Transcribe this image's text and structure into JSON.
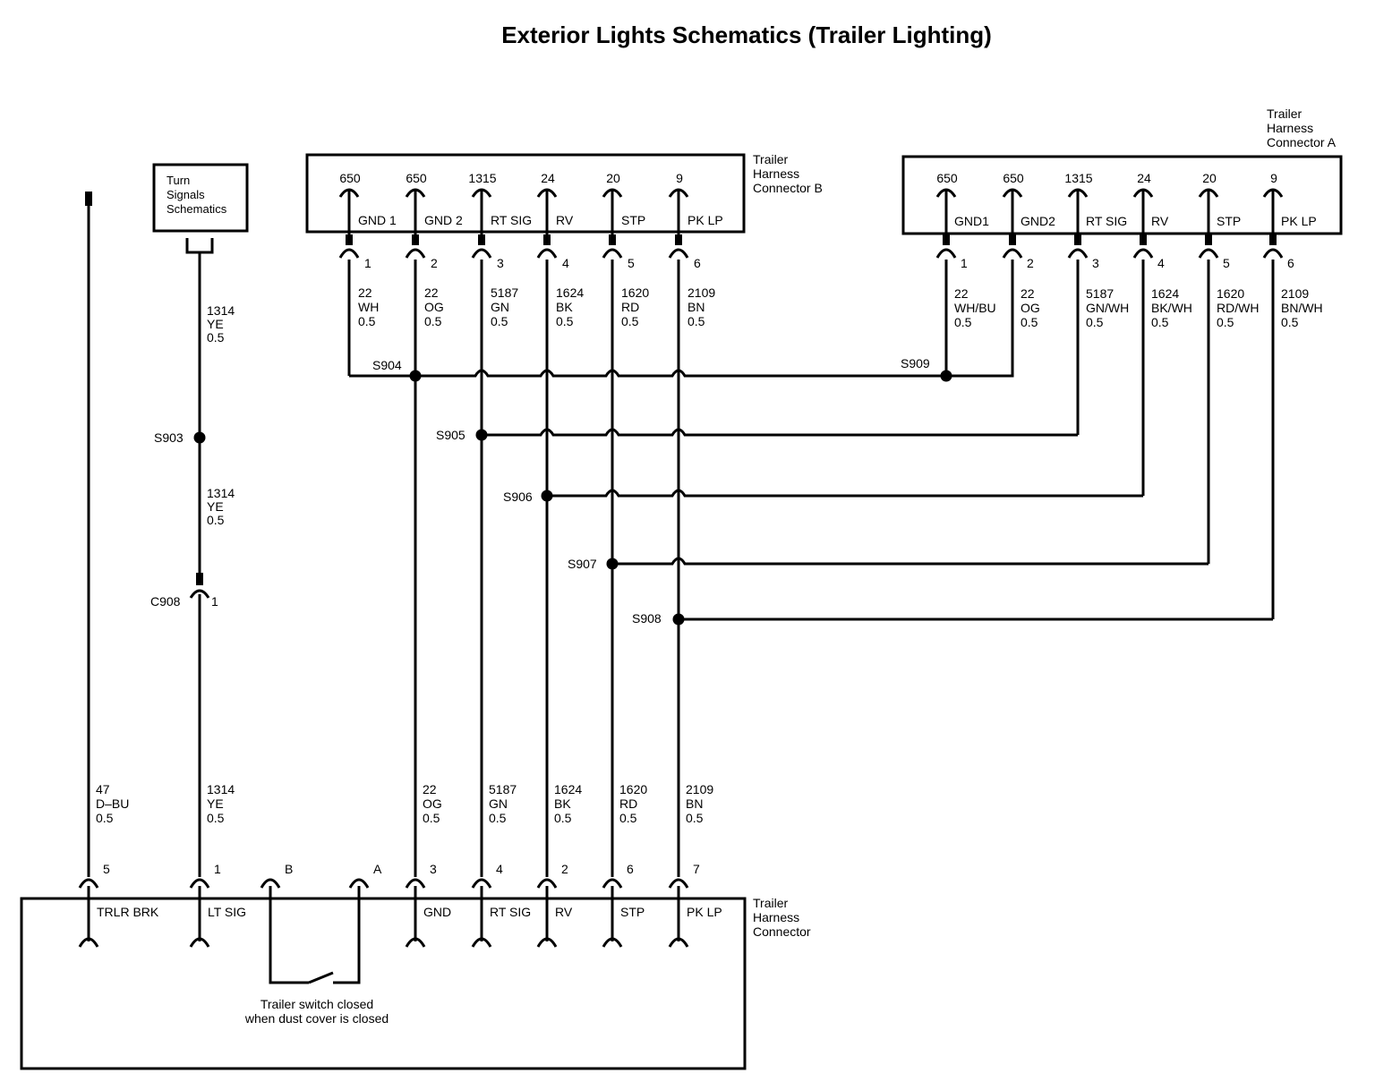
{
  "title": "Exterior Lights Schematics (Trailer Lighting)",
  "turn_signals_box": [
    "Turn",
    "Signals",
    "Schematics"
  ],
  "connector_b": {
    "label": [
      "Trailer",
      "Harness",
      "Connector B"
    ],
    "pins": [
      {
        "circuit": "650",
        "function": "GND 1",
        "pin": "1",
        "wire": [
          "22",
          "WH",
          "0.5"
        ]
      },
      {
        "circuit": "650",
        "function": "GND 2",
        "pin": "2",
        "wire": [
          "22",
          "OG",
          "0.5"
        ]
      },
      {
        "circuit": "1315",
        "function": "RT SIG",
        "pin": "3",
        "wire": [
          "5187",
          "GN",
          "0.5"
        ]
      },
      {
        "circuit": "24",
        "function": "RV",
        "pin": "4",
        "wire": [
          "1624",
          "BK",
          "0.5"
        ]
      },
      {
        "circuit": "20",
        "function": "STP",
        "pin": "5",
        "wire": [
          "1620",
          "RD",
          "0.5"
        ]
      },
      {
        "circuit": "9",
        "function": "PK LP",
        "pin": "6",
        "wire": [
          "2109",
          "BN",
          "0.5"
        ]
      }
    ]
  },
  "connector_a": {
    "label": [
      "Trailer",
      "Harness",
      "Connector A"
    ],
    "pins": [
      {
        "circuit": "650",
        "function": "GND1",
        "pin": "1",
        "wire": [
          "22",
          "WH/BU",
          "0.5"
        ]
      },
      {
        "circuit": "650",
        "function": "GND2",
        "pin": "2",
        "wire": [
          "22",
          "OG",
          "0.5"
        ]
      },
      {
        "circuit": "1315",
        "function": "RT SIG",
        "pin": "3",
        "wire": [
          "5187",
          "GN/WH",
          "0.5"
        ]
      },
      {
        "circuit": "24",
        "function": "RV",
        "pin": "4",
        "wire": [
          "1624",
          "BK/WH",
          "0.5"
        ]
      },
      {
        "circuit": "20",
        "function": "STP",
        "pin": "5",
        "wire": [
          "1620",
          "RD/WH",
          "0.5"
        ]
      },
      {
        "circuit": "9",
        "function": "PK LP",
        "pin": "6",
        "wire": [
          "2109",
          "BN/WH",
          "0.5"
        ]
      }
    ]
  },
  "splices": [
    "S903",
    "S904",
    "S905",
    "S906",
    "S907",
    "S908",
    "S909"
  ],
  "inline_connector": {
    "name": "C908",
    "pin": "1"
  },
  "lt_sig_wire_upper": [
    "1314",
    "YE",
    "0.5"
  ],
  "lt_sig_wire_middle": [
    "1314",
    "YE",
    "0.5"
  ],
  "bottom_connector": {
    "label": [
      "Trailer",
      "Harness",
      "Connector"
    ],
    "pins": [
      {
        "pin": "5",
        "function": "TRLR BRK",
        "wire": [
          "47",
          "D–BU",
          "0.5"
        ]
      },
      {
        "pin": "1",
        "function": "LT SIG",
        "wire": [
          "1314",
          "YE",
          "0.5"
        ]
      },
      {
        "pin": "B",
        "function": "",
        "wire": []
      },
      {
        "pin": "A",
        "function": "",
        "wire": []
      },
      {
        "pin": "3",
        "function": "GND",
        "wire": [
          "22",
          "OG",
          "0.5"
        ]
      },
      {
        "pin": "4",
        "function": "RT SIG",
        "wire": [
          "5187",
          "GN",
          "0.5"
        ]
      },
      {
        "pin": "2",
        "function": "RV",
        "wire": [
          "1624",
          "BK",
          "0.5"
        ]
      },
      {
        "pin": "6",
        "function": "STP",
        "wire": [
          "1620",
          "RD",
          "0.5"
        ]
      },
      {
        "pin": "7",
        "function": "PK LP",
        "wire": [
          "2109",
          "BN",
          "0.5"
        ]
      }
    ]
  },
  "switch_note": [
    "Trailer switch closed",
    "when dust cover is closed"
  ]
}
